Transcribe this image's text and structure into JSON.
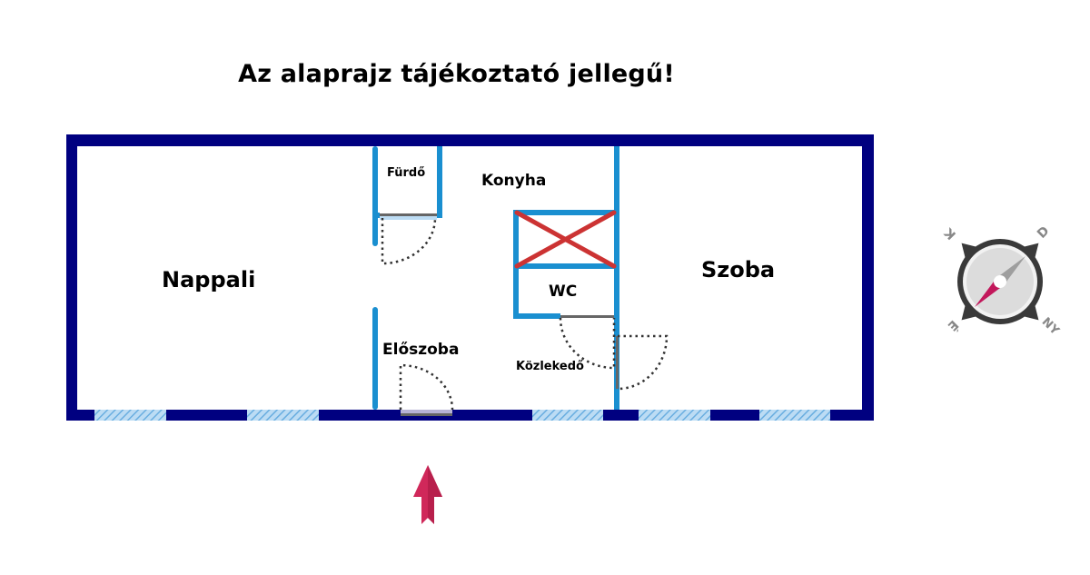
{
  "title": "Az alaprajz tájékoztató jellegű!",
  "rooms": [
    {
      "id": "nappali",
      "label": "Nappali"
    },
    {
      "id": "furdo",
      "label": "Fürdő"
    },
    {
      "id": "konyha",
      "label": "Konyha"
    },
    {
      "id": "wc",
      "label": "WC"
    },
    {
      "id": "eloszoba",
      "label": "Előszoba"
    },
    {
      "id": "kozlekedo",
      "label": "Közlekedő"
    },
    {
      "id": "szoba",
      "label": "Szoba"
    }
  ],
  "compass": {
    "labels": {
      "east": "K",
      "south": "D",
      "north": "É",
      "west": "NY"
    },
    "needle_north_color": "#c2185b",
    "needle_south_color": "#9e9e9e"
  },
  "entrance_arrow": {
    "icon": "arrow-up-icon",
    "color": "#d0285a"
  },
  "colors": {
    "outer_wall": "#000080",
    "inner_wall": "#1a8fd0",
    "window": "#9cc8ea",
    "door_swing": "#333333",
    "removed_cross": "#cc3333"
  }
}
